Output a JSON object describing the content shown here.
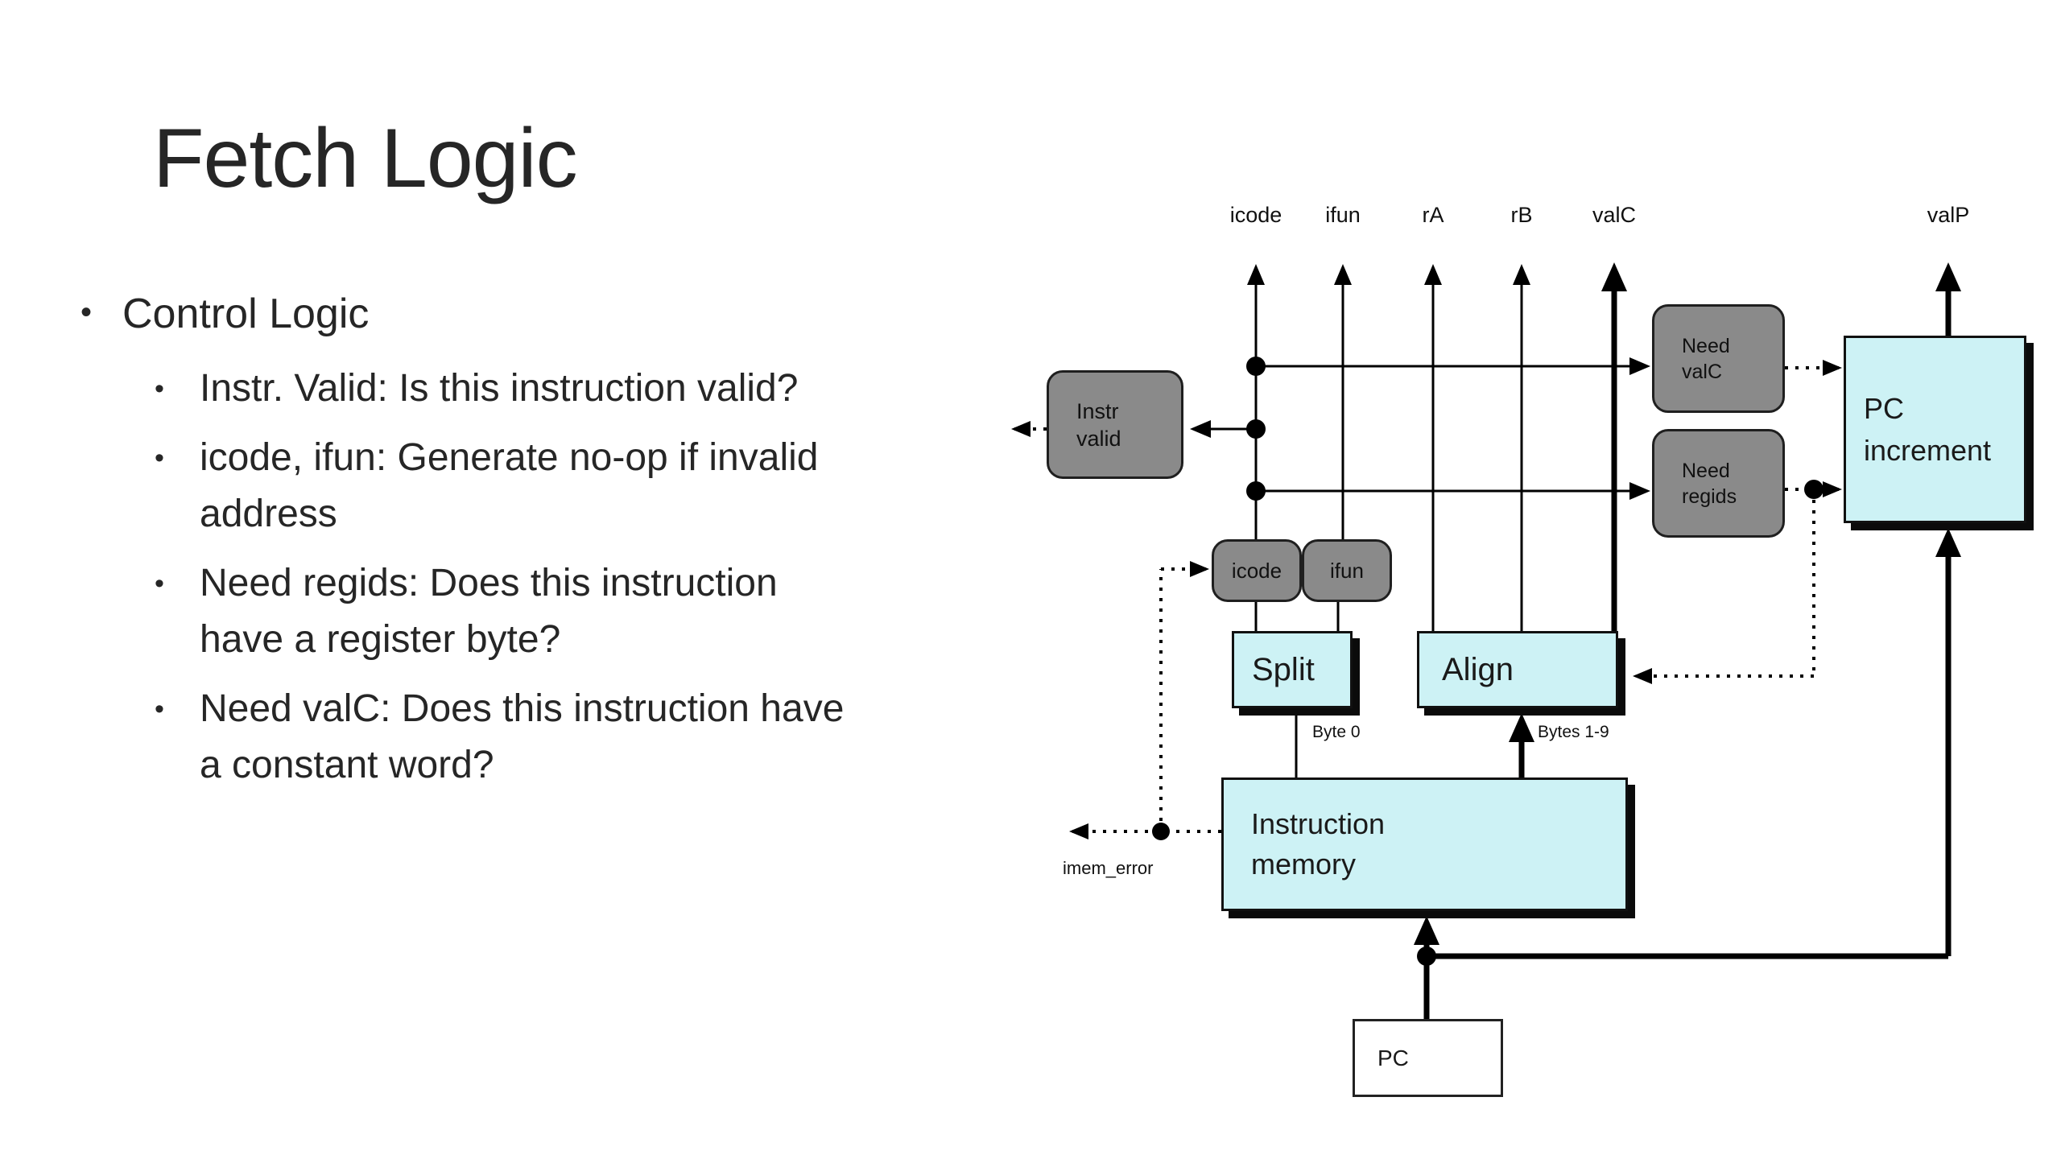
{
  "slide": {
    "title": "Fetch Logic"
  },
  "bullets": {
    "level1": "Control Logic",
    "items": [
      "Instr. Valid: Is this instruction valid?",
      "icode, ifun: Generate no-op if invalid\naddress",
      "Need regids: Does this instruction\nhave a register byte?",
      "Need valC: Does this instruction have\na constant word?"
    ]
  },
  "diagram": {
    "signal_labels": {
      "icode": "icode",
      "ifun": "ifun",
      "rA": "rA",
      "rB": "rB",
      "valC": "valC",
      "valP": "valP"
    },
    "blocks": {
      "instr_valid": "Instr\nvalid",
      "need_valc": "Need\nvalC",
      "need_regids": "Need\nregids",
      "icode": "icode",
      "ifun": "ifun",
      "split": "Split",
      "align": "Align",
      "instruction_memory": "Instruction\nmemory",
      "pc_increment": "PC\nincrement",
      "pc": "PC"
    },
    "wire_labels": {
      "byte0": "Byte 0",
      "bytes_1_9": "Bytes 1-9",
      "imem_error": "imem_error"
    },
    "colors": {
      "hardware_fill": "#cdf2f5",
      "control_fill": "#8a8a8a",
      "wire": "#000000",
      "shadow": "#0b0b0b"
    }
  }
}
